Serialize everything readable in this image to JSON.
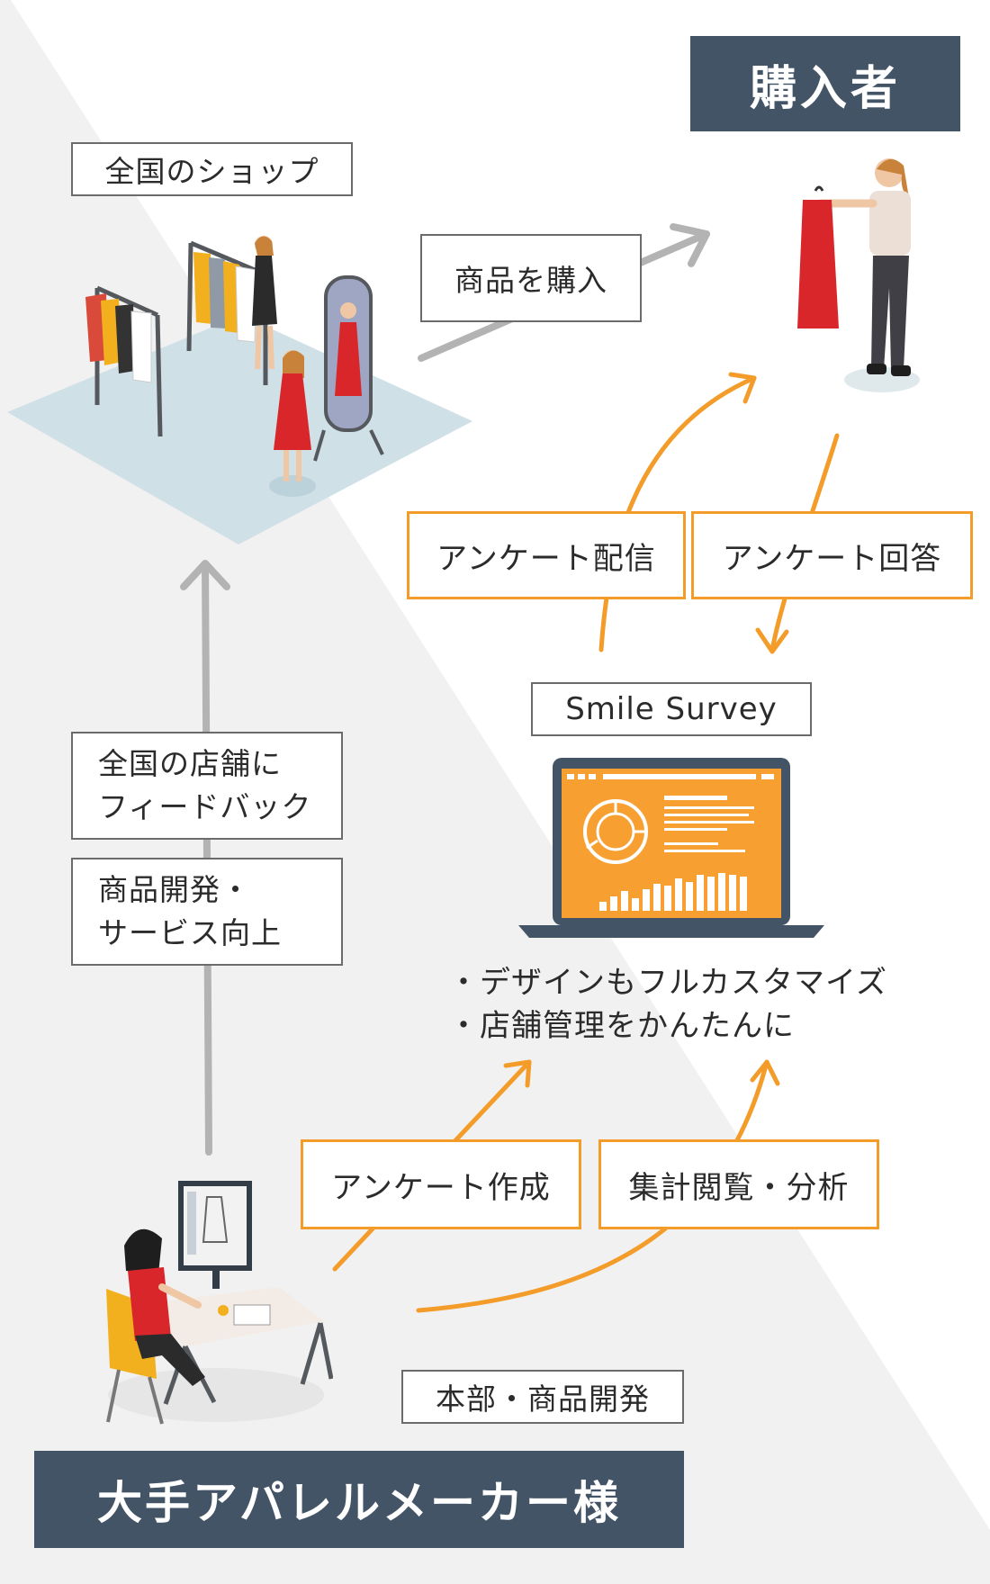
{
  "labels": {
    "buyer": "購入者",
    "shops": "全国のショップ",
    "purchase": "商品を購入",
    "survey_distribute": "アンケート配信",
    "survey_answer": "アンケート回答",
    "product": "Smile Survey",
    "feedback_line1": "全国の店舗に",
    "feedback_line2": "フィードバック",
    "improve_line1": "商品開発・",
    "improve_line2": "サービス向上",
    "features": [
      "・デザインもフルカスタマイズ",
      "・店舗管理をかんたんに"
    ],
    "survey_create": "アンケート作成",
    "aggregate": "集計閲覧・分析",
    "hq": "本部・商品開発",
    "client": "大手アパレルメーカー様"
  },
  "colors": {
    "accent_orange": "#f39c2a",
    "navy": "#445467",
    "arrow_gray": "#b3b3b3",
    "background_gray": "#f1f1f1"
  },
  "icons": [
    "shop-illustration",
    "buyer-illustration",
    "laptop-survey-illustration",
    "designer-desk-illustration"
  ]
}
